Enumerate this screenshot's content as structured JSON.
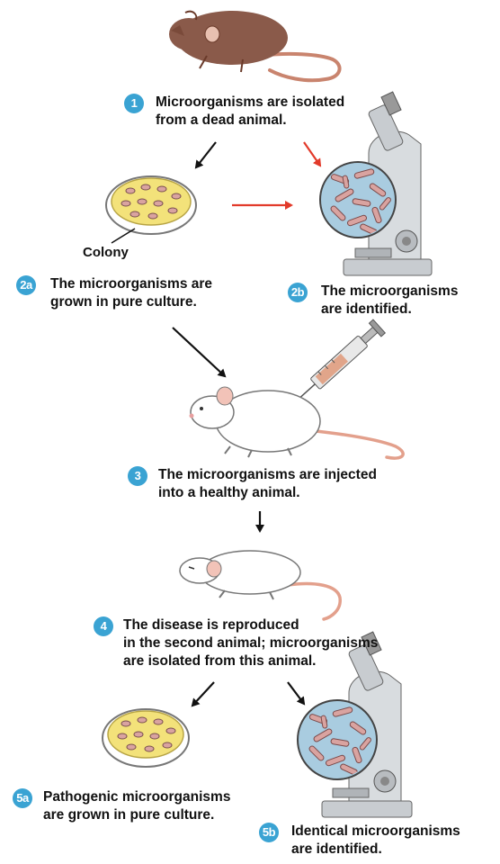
{
  "steps": {
    "s1": {
      "badge": "1",
      "lines": [
        "Microorganisms are isolated",
        "from a dead animal."
      ]
    },
    "s2a": {
      "badge": "2a",
      "lines": [
        "The microorganisms are",
        "grown in pure culture."
      ]
    },
    "s2b": {
      "badge": "2b",
      "lines": [
        "The microorganisms",
        "are identified."
      ]
    },
    "s3": {
      "badge": "3",
      "lines": [
        "The microorganisms are injected",
        "into a healthy animal."
      ]
    },
    "s4": {
      "badge": "4",
      "lines": [
        "The disease is reproduced",
        "in the second animal; microorganisms",
        "are isolated from this animal."
      ]
    },
    "s5a": {
      "badge": "5a",
      "lines": [
        "Pathogenic microorganisms",
        "are grown in pure culture."
      ]
    },
    "s5b": {
      "badge": "5b",
      "lines": [
        "Identical microorganisms",
        "are identified."
      ]
    }
  },
  "colony_label": "Colony",
  "colors": {
    "badge": "#3aa3d3",
    "arrow_black": "#111111",
    "arrow_red": "#e23a2a",
    "dead_mouse": "#8a5a4a",
    "culture": "#f3e27a",
    "bacteria": "#d9a3a0",
    "lens_bg": "#a9cce0",
    "microscope": "#c8ccd0"
  },
  "icons": [
    "dead-mouse-icon",
    "petri-dish-icon",
    "microscope-icon",
    "syringe-icon",
    "healthy-mouse-icon",
    "sick-mouse-icon"
  ]
}
